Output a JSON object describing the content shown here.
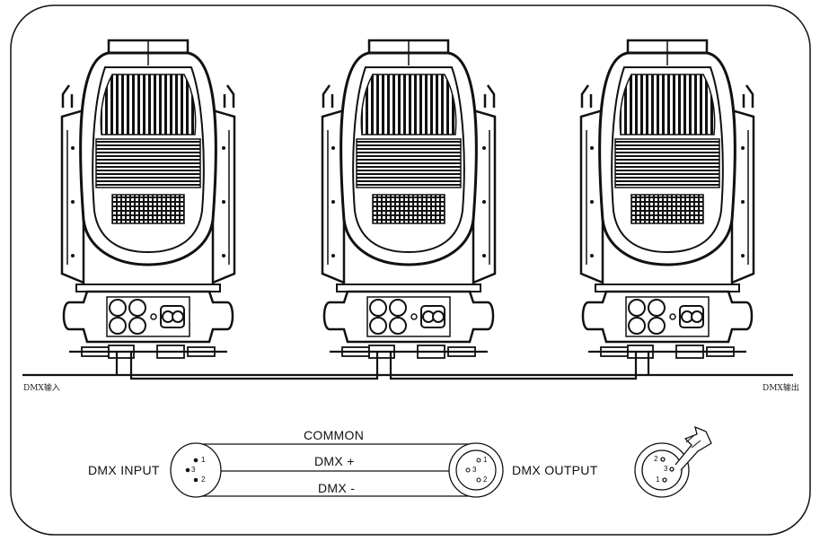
{
  "bus": {
    "in_label": "DMX输入",
    "out_label": "DMX输出"
  },
  "wiring": {
    "input_label": "DMX INPUT",
    "output_label": "DMX OUTPUT",
    "common_label": "COMMON",
    "plus_label": "DMX +",
    "minus_label": "DMX -",
    "in_pins": [
      "1",
      "3",
      "2"
    ],
    "out_pins": [
      "1",
      "3",
      "2"
    ],
    "plug_pins": [
      "2",
      "3",
      "1"
    ]
  },
  "fixtures": [
    {
      "id": "fixture-1"
    },
    {
      "id": "fixture-2"
    },
    {
      "id": "fixture-3"
    }
  ]
}
